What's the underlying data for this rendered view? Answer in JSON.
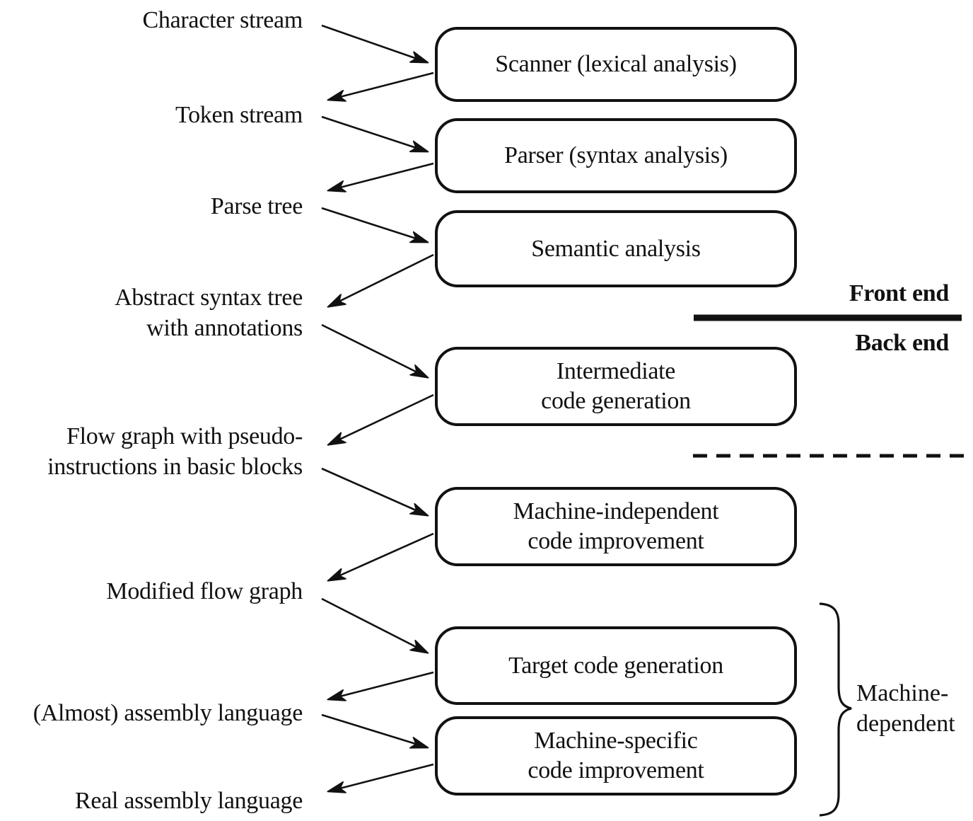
{
  "diagram": {
    "title_semantic": "Phases of compilation",
    "colors": {
      "ink": "#111111",
      "background": "#ffffff"
    },
    "stages": [
      {
        "text": "Scanner (lexical analysis)"
      },
      {
        "text": "Parser (syntax analysis)"
      },
      {
        "text": "Semantic analysis"
      },
      {
        "text": "Intermediate\ncode generation"
      },
      {
        "text": "Machine-independent\ncode improvement"
      },
      {
        "text": "Target code generation"
      },
      {
        "text": "Machine-specific\ncode improvement"
      }
    ],
    "artifacts": [
      {
        "text": "Character stream"
      },
      {
        "text": "Token stream"
      },
      {
        "text": "Parse tree"
      },
      {
        "text": "Abstract syntax tree\nwith annotations"
      },
      {
        "text": "Flow graph with pseudo-\ninstructions in basic blocks"
      },
      {
        "text": "Modified flow graph"
      },
      {
        "text": "(Almost) assembly language"
      },
      {
        "text": "Real assembly language"
      }
    ],
    "annotations": {
      "front_end": "Front end",
      "back_end": "Back end",
      "machine_dependent": "Machine-\ndependent"
    }
  }
}
